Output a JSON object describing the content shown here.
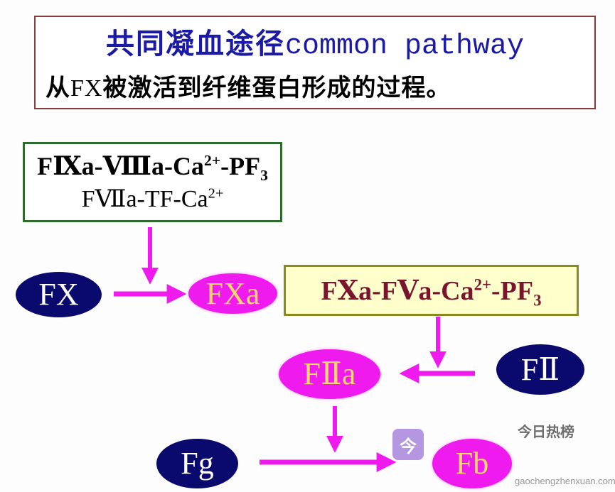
{
  "header": {
    "title_cn": "共同凝血途径",
    "title_en": "common pathway",
    "subtitle_prefix": "从",
    "subtitle_fx": "FX",
    "subtitle_rest": "被激活到纤维蛋白形成的过程。"
  },
  "complexes": {
    "tenase": {
      "line1_main": "FⅨa-Ⅷa-Ca",
      "line1_sup": "2+",
      "line1_mid": "-PF",
      "line1_sub": "3",
      "line2_main": "FⅦa-TF-Ca",
      "line2_sup": "2+"
    },
    "prothrombinase": {
      "main": "FⅩa-FⅤa-Ca",
      "sup": "2+",
      "mid": "-PF",
      "sub": "3"
    }
  },
  "nodes": {
    "fx": "FX",
    "fxa": "FXa",
    "f2": "FⅡ",
    "f2a": "FⅡa",
    "fg": "Fg",
    "fb": "Fb"
  },
  "colors": {
    "navy": "#0a0a6e",
    "magenta": "#ee1aee",
    "node_text_active": "#ffd66b",
    "arrow": "#ee1aee"
  },
  "watermark": {
    "badge": "今",
    "title": "今日热榜",
    "url": "gaochengzhenxuan.com"
  }
}
